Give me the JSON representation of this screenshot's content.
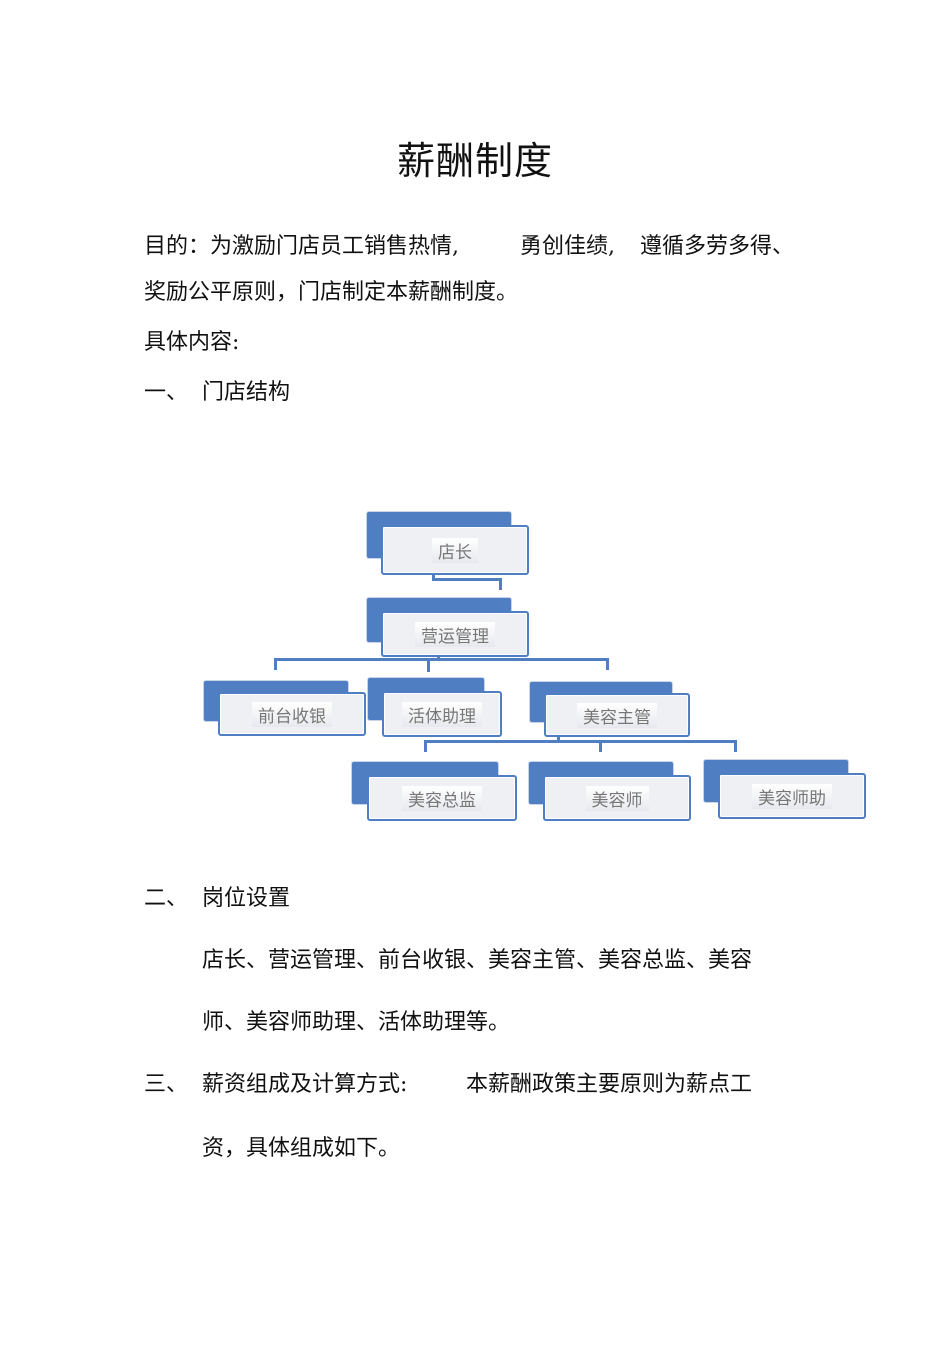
{
  "title": "薪酬制度",
  "purpose": {
    "line1_a": "目的：为激励门店员工销售热情,",
    "line1_b": "勇创佳绩,",
    "line1_c": "遵循多劳多得、",
    "line2": "奖励公平原则，门店制定本薪酬制度。"
  },
  "content_label": "具体内容:",
  "section1": {
    "num": "一、",
    "title": "门店结构"
  },
  "org_chart": {
    "top": "店长",
    "ops": "营运管理",
    "level2": [
      "前台收银",
      "活体助理",
      "美容主管"
    ],
    "level3": [
      "美容总监",
      "美容师",
      "美容师助"
    ]
  },
  "section2": {
    "num": "二、",
    "title": "岗位设置",
    "body_line1": "店长、营运管理、前台收银、美容主管、美容总监、美容",
    "body_line2": "师、美容师助理、活体助理等。"
  },
  "section3": {
    "num": "三、",
    "title": "薪资组成及计算方式:",
    "title_rest": "本薪酬政策主要原则为薪点工",
    "body_line2": "资，具体组成如下。"
  }
}
